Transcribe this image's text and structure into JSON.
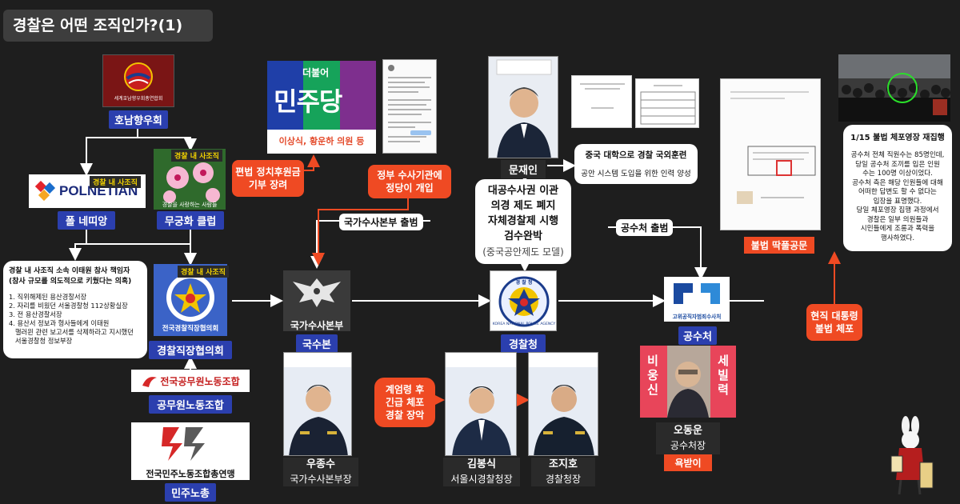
{
  "title": "경찰은 어떤 조직인가?(1)",
  "tag_inner_org": "경찰 내 사조직",
  "logos": {
    "hohyang_emblem_text": "세계호남향우회총연합회",
    "polnetian": "POLNETIAN",
    "mugunghwa_caption": "경찰을 사랑하는 사람들",
    "minjoo_top": "더불어",
    "minjoo_main": "민주당",
    "minjoo_members": "이상식, 황운하 의원 등",
    "gukga_text": "국가수사본부",
    "gongsucheo_text": "고위공직자범죄수사처",
    "gongmuwon_text": "전국공무원노동조합",
    "minju_text": "전국민주노동조합총연맹",
    "police_emblem_text": "KOREA NATIONAL POLICE AGENCY",
    "police_top": "경 찰 청",
    "council_text": "전국경찰직장협의회",
    "banner1": "비 웅 신",
    "banner2": "세 빌 력"
  },
  "labels": {
    "hohyang": "호남향우회",
    "polnetian": "폴 네띠앙",
    "mugunghwa": "무궁화 클럽",
    "council": "경찰직장협의회",
    "union": "공무원노동조합",
    "minju": "민주노총",
    "gukga": "국수본",
    "police": "경찰청",
    "gongsucheo": "공수처",
    "moon": "문재인",
    "illegal": "불법 딱풀공문",
    "abuse": "욕받이"
  },
  "red_boxes": {
    "donation": "편법 정치후원금\n기부 장려",
    "intervene": "정부 수사기관에\n정당이 개입",
    "martial": "계엄령 후\n긴급 체포\n경찰 장악",
    "arrest": "현직 대통령\n불법 체포"
  },
  "edge_labels": {
    "gukga_launch": "국가수사본부 출범",
    "gongsucheo_launch": "공수처 출범"
  },
  "central_box": {
    "lines": [
      "대공수사권 이관",
      "의경 제도 폐지",
      "자체경찰제 시행",
      "검수완박"
    ],
    "sub": "(중국공안제도 모델)"
  },
  "china_box": {
    "title": "중국 대학으로 경찰 국외훈련",
    "sub": "공안 시스템 도입을 위한 인력 양성"
  },
  "itaewon_box": {
    "title": "경찰 내 사조직 소속 이태원 참사 책임자\n(참사 규모를 의도적으로 키웠다는 의혹)",
    "items": [
      "1. 직위해제된 용산경찰서장",
      "2. 자리를 비웠던 서울경찰청 112상황실장",
      "3. 전 용산경찰서장",
      "4. 용산서 정보과 형사들에게 이태원\n   핼러윈 관련 보고서를 삭제하라고 지시했던\n   서울경찰청 정보부장"
    ]
  },
  "warrant_box": {
    "title": "1/15 불법 체포영장 재집행",
    "body": "공수처 전체 직원수는 85명인데,\n당일 공수처 조끼를 입은 인원\n수는 100명 이상이었다.\n공수처 측은 해당 인원들에 대해\n어떠한 답변도 할 수 없다는\n입장을 표명했다.\n당일 체포영장 집행 과정에서\n경찰은 일부 의원들과\n시민들에게 조롱과 폭력을\n행사하였다."
  },
  "people": [
    {
      "name": "우종수",
      "role": "국가수사본부장"
    },
    {
      "name": "김봉식",
      "role": "서울시경찰청장"
    },
    {
      "name": "조지호",
      "role": "경찰청장"
    },
    {
      "name": "오동운",
      "role": "공수처장"
    }
  ],
  "colors": {
    "background": "#1e1e1e",
    "label_blue": "#2b3fae",
    "accent_red": "#ef4a23",
    "minjoo_blue": "#1f3fa8",
    "minjoo_green": "#16a35a",
    "minjoo_purple": "#7e2f8e"
  }
}
